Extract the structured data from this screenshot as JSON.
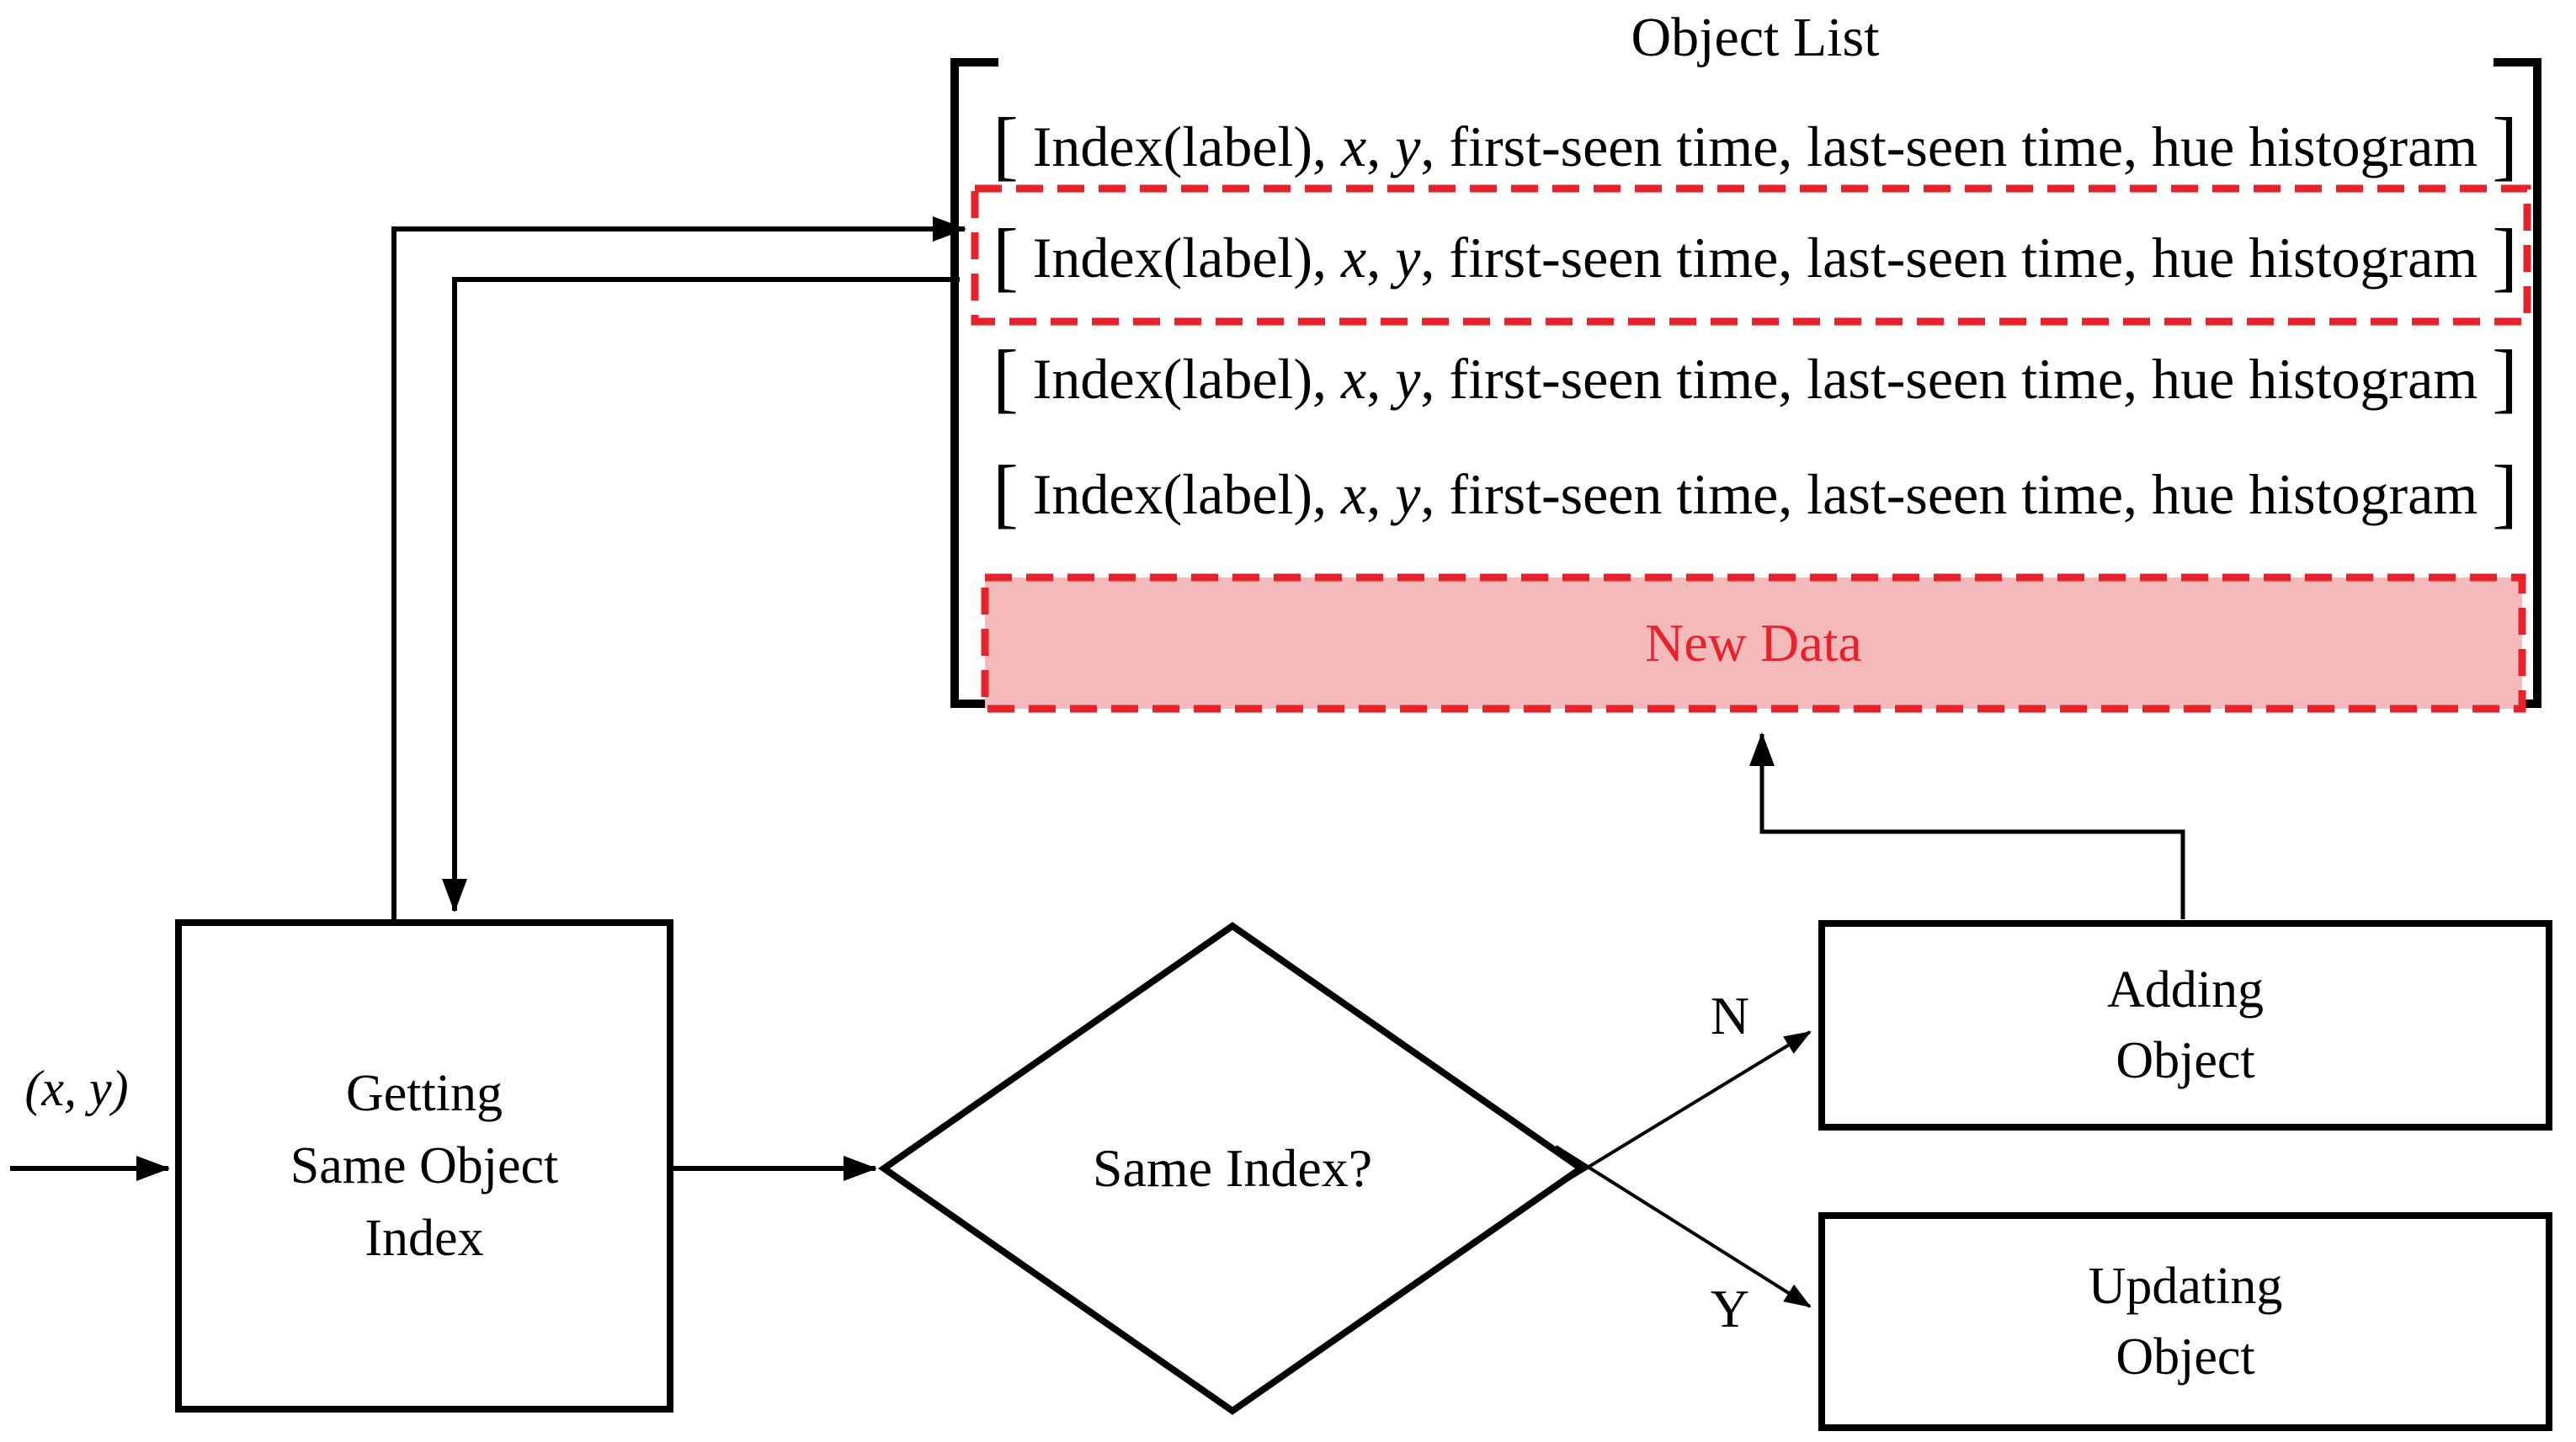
{
  "object_list": {
    "title": "Object List",
    "row_segments": [
      {
        "t": "[ Index(label), ",
        "i": false
      },
      {
        "t": "x",
        "i": true
      },
      {
        "t": ", ",
        "i": false
      },
      {
        "t": "y",
        "i": true
      },
      {
        "t": ", first-seen time, last-seen time, hue histogram ]",
        "i": false
      }
    ],
    "row_count": 4,
    "highlighted_row_index": 1,
    "new_data_label": "New Data"
  },
  "flow": {
    "input_label": "(x, y)",
    "getting_lines": [
      "Getting",
      "Same Object",
      "Index"
    ],
    "decision_label": "Same Index?",
    "n_label": "N",
    "y_label": "Y",
    "adding_lines": [
      "Adding",
      "Object"
    ],
    "updating_lines": [
      "Updating",
      "Object"
    ]
  },
  "colors": {
    "accent_red": "#e8222a",
    "highlight_pink": "#f4b9bb",
    "line_black": "#000000"
  }
}
